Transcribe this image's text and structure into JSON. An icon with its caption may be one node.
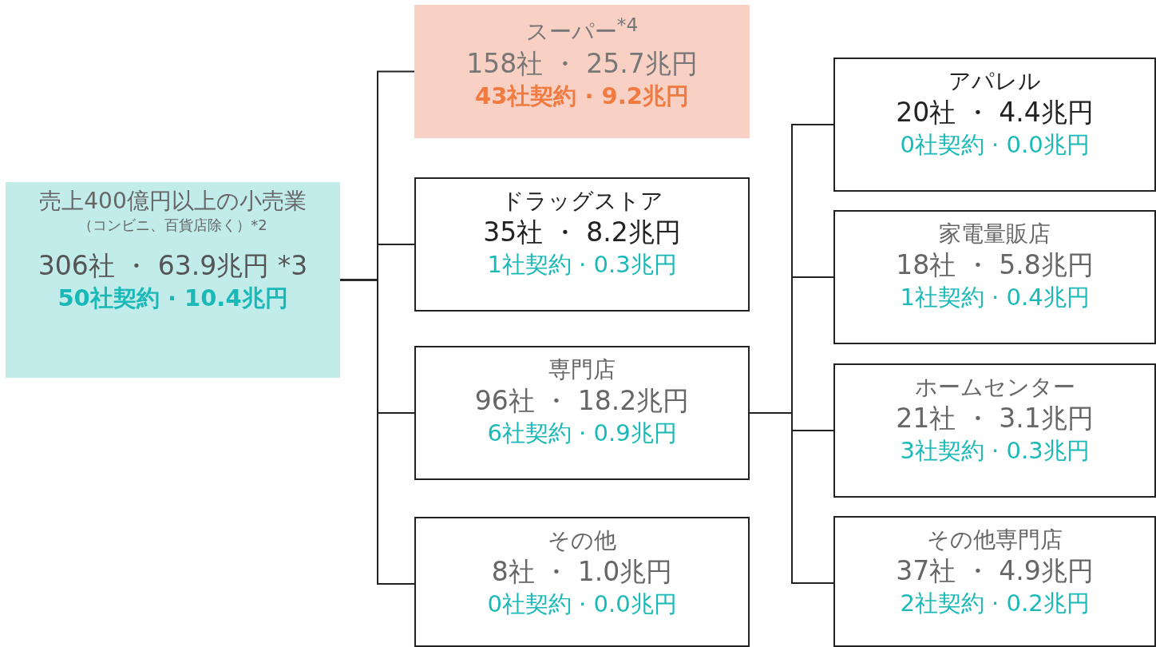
{
  "diagram": {
    "nodes": [
      {
        "text": [
          "売上400億円以上の小売業",
          "（コンビニ、百貨店除く）*2",
          "306社 ・ 63.9兆円 *3",
          "50社契約 · 10.4兆円"
        ]
      },
      {
        "text": [
          "スーパー$^{*4}$",
          "158社 ・ 25.7兆円",
          "43社契約 · 9.2兆円"
        ]
      },
      {
        "text": [
          "ドラッグストア",
          "35社 ・ 8.2兆円",
          "1社契約 · 0.3兆円"
        ]
      },
      {
        "text": [
          "専門店",
          "96社 ・ 18.2兆円",
          "6社契約 · 0.9兆円"
        ]
      },
      {
        "text": [
          "その他",
          "8社 ・ 1.0兆円",
          "0社契約 · 0.0兆円"
        ]
      },
      {
        "text": [
          "アパレル",
          "20社 ・ 4.4兆円",
          "0社契約 · 0.0兆円"
        ]
      },
      {
        "text": [
          "家電量販店",
          "18社 ・ 5.8兆円",
          "1社契約 · 0.4兆円"
        ]
      },
      {
        "text": [
          "ホームセンター",
          "21社 ・ 3.1兆円",
          "3社契約 · 0.3兆円"
        ]
      },
      {
        "text": [
          "その他専門店",
          "37社 ・ 4.9兆円",
          "2社契約 · 0.2兆円"
        ]
      }
    ],
    "edges": [
      {
        "from": 0,
        "to": 1,
        "arrow": "none"
      },
      {
        "from": 0,
        "to": 2,
        "arrow": "none"
      },
      {
        "from": 0,
        "to": 3,
        "arrow": "none"
      },
      {
        "from": 0,
        "to": 4,
        "arrow": "none"
      },
      {
        "from": 3,
        "to": 5,
        "arrow": "none"
      },
      {
        "from": 3,
        "to": 6,
        "arrow": "none"
      },
      {
        "from": 3,
        "to": 7,
        "arrow": "none"
      },
      {
        "from": 3,
        "to": 8,
        "arrow": "none"
      }
    ]
  }
}
